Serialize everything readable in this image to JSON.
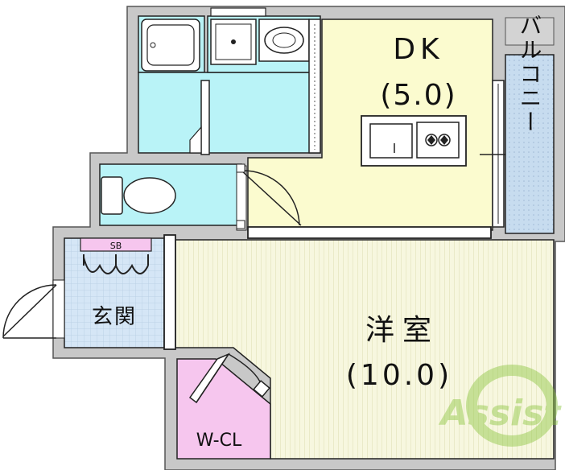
{
  "rooms": {
    "dk": {
      "name": "DK",
      "size": "(5.0)"
    },
    "western": {
      "name": "洋室",
      "size": "(10.0)"
    },
    "balcony": {
      "name": "バルコニー"
    },
    "entrance": {
      "name": "玄関"
    },
    "closet": {
      "name": "W-CL"
    },
    "shoebox": {
      "name": "SB"
    }
  },
  "watermark": {
    "text": "Assist"
  },
  "colors": {
    "wall": "#c8c8c8",
    "wall_dark": "#111111",
    "wet_area": "#b9f3f7",
    "dk_floor": "#fbfbcf",
    "western_floor": "#f7f7df",
    "entrance_floor": "#d5e6f6",
    "closet_floor": "#f6c6ee",
    "shoebox": "#f6c6ee",
    "balcony": "#c7dcef",
    "watermark": "#8cc63f"
  }
}
